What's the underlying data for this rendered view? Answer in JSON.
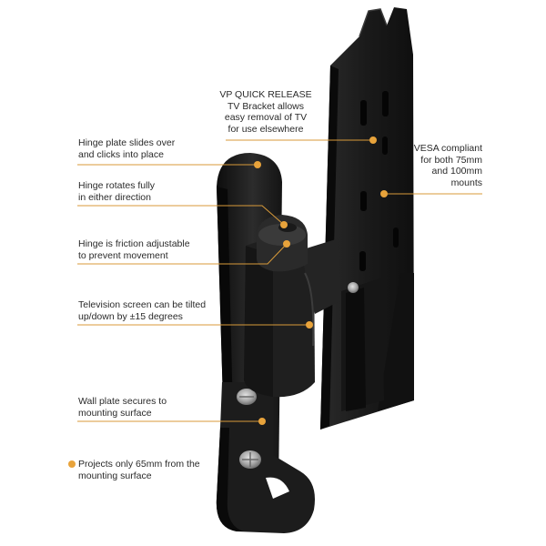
{
  "colors": {
    "leader": "#d89a3a",
    "dot": "#e8a33b",
    "bracket": "#1b1b1b",
    "screw": "#a6a6a6"
  },
  "callouts": {
    "hinge_plate": "Hinge plate slides over\nand clicks into place",
    "hinge_rotates": "Hinge rotates fully\nin either direction",
    "hinge_friction": "Hinge is friction adjustable\nto prevent movement",
    "tilt": "Television screen can be tilted\nup/down by ±15 degrees",
    "wall_plate": "Wall plate secures to\nmounting surface",
    "projects": "Projects only 65mm from the\nmounting surface",
    "vp_quick_release": "VP QUICK RELEASE\nTV Bracket allows\neasy removal of TV\nfor use elsewhere",
    "vesa": "VESA compliant\nfor both 75mm\nand 100mm\nmounts"
  }
}
